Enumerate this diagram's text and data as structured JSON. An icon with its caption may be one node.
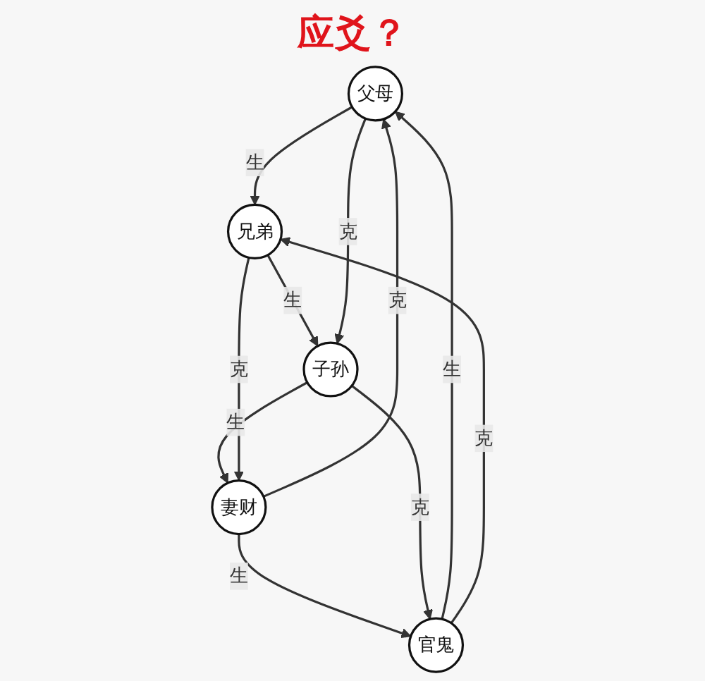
{
  "diagram": {
    "nodes": [
      {
        "text": [
          "父母"
        ]
      },
      {
        "text": [
          "官鬼"
        ]
      },
      {
        "text": [
          "兄弟"
        ]
      },
      {
        "text": [
          "妻财"
        ]
      },
      {
        "text": [
          "子孙"
        ]
      }
    ],
    "edges": [
      {
        "from": 0,
        "to": 2,
        "label": "生",
        "arrow": "to"
      },
      {
        "from": 2,
        "to": 4,
        "label": "生",
        "arrow": "to"
      },
      {
        "from": 4,
        "to": 3,
        "label": "生",
        "arrow": "to"
      },
      {
        "from": 3,
        "to": 1,
        "label": "生",
        "arrow": "to"
      },
      {
        "from": 1,
        "to": 0,
        "label": "生",
        "arrow": "to"
      },
      {
        "from": 1,
        "to": 2,
        "label": "克",
        "arrow": "to"
      },
      {
        "from": 0,
        "to": 4,
        "label": "克",
        "arrow": "to"
      },
      {
        "from": 2,
        "to": 3,
        "label": "克",
        "arrow": "to"
      },
      {
        "from": 4,
        "to": 1,
        "label": "克",
        "arrow": "to"
      },
      {
        "from": 3,
        "to": 0,
        "label": "克",
        "arrow": "to"
      }
    ],
    "labels": [
      "应爻？"
    ]
  }
}
